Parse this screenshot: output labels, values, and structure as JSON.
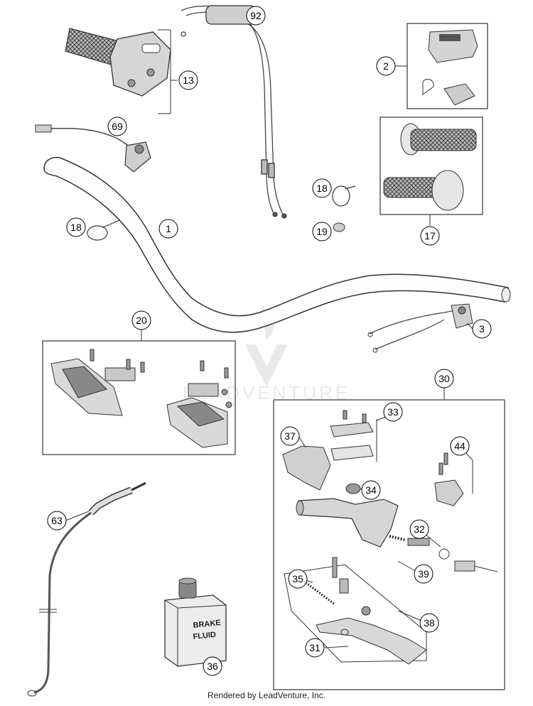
{
  "callouts": {
    "c1": "1",
    "c2": "2",
    "c3": "3",
    "c13": "13",
    "c17": "17",
    "c18a": "18",
    "c18b": "18",
    "c19": "19",
    "c20": "20",
    "c30": "30",
    "c31": "31",
    "c32": "32",
    "c33": "33",
    "c34": "34",
    "c35": "35",
    "c36": "36",
    "c37": "37",
    "c38": "38",
    "c39": "39",
    "c44": "44",
    "c63": "63",
    "c69": "69",
    "c92": "92"
  },
  "can_label": {
    "line1": "BRAKE",
    "line2": "FLUID"
  },
  "watermark": "LEADVENTURE",
  "footer": "Rendered by LeadVenture, Inc."
}
